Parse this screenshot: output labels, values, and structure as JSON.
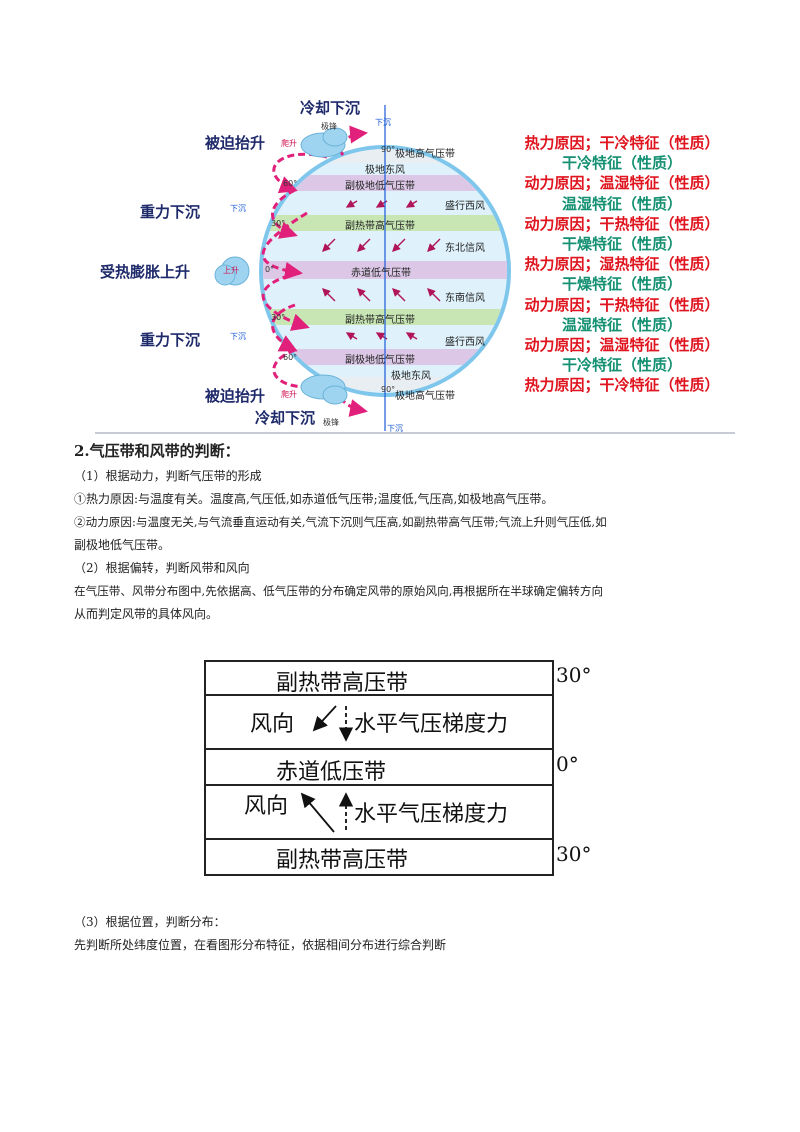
{
  "figure": {
    "left_labels": {
      "cold_sink_top": "冷却下沉",
      "forced_lift_top": "被迫抬升",
      "gravity_sink_top": "重力下沉",
      "heated_rise": "受热膨胀上升",
      "gravity_sink_bottom": "重力下沉",
      "forced_lift_bottom": "被迫抬升",
      "cold_sink_bottom": "冷却下沉"
    },
    "small_labels": {
      "polar_front_top": "极锋",
      "polar_front_bottom": "极锋",
      "rise_top": "爬升",
      "rise_bottom": "爬升",
      "sink_1": "下沉",
      "sink_2": "下沉",
      "sink_3": "下沉",
      "sink_4": "下沉",
      "rise_eq": "上升"
    },
    "bands": {
      "polar_high_n": "极地高气压带",
      "polar_easterly_n": "极地东风",
      "subpolar_low_n": "副极地低气压带",
      "westerly_n": "盛行西风",
      "subtropical_high_n": "副热带高气压带",
      "ne_trade": "东北信风",
      "equatorial_low": "赤道低气压带",
      "se_trade": "东南信风",
      "subtropical_high_s": "副热带高气压带",
      "westerly_s": "盛行西风",
      "subpolar_low_s": "副极地低气压带",
      "polar_easterly_s": "极地东风",
      "polar_high_s": "极地高气压带"
    },
    "latitudes": [
      "90°",
      "60°",
      "30°",
      "0°",
      "30°",
      "60°",
      "90°"
    ],
    "right_lines": [
      {
        "text": "热力原因；干冷特征（性质）",
        "color": "red"
      },
      {
        "text": "干冷特征（性质）",
        "color": "green"
      },
      {
        "text": "动力原因；温湿特征（性质）",
        "color": "red"
      },
      {
        "text": "温湿特征（性质）",
        "color": "green"
      },
      {
        "text": "动力原因；干热特征（性质）",
        "color": "red"
      },
      {
        "text": "干燥特征（性质）",
        "color": "green"
      },
      {
        "text": "热力原因；湿热特征（性质）",
        "color": "red"
      },
      {
        "text": "干燥特征（性质）",
        "color": "green"
      },
      {
        "text": "动力原因；干热特征（性质）",
        "color": "red"
      },
      {
        "text": "温湿特征（性质）",
        "color": "green"
      },
      {
        "text": "动力原因；温湿特征（性质）",
        "color": "red"
      },
      {
        "text": "干冷特征（性质）",
        "color": "green"
      },
      {
        "text": "热力原因；干冷特征（性质）",
        "color": "red"
      }
    ]
  },
  "text": {
    "heading": "2.气压带和风带的判断：",
    "l1": "（1）根据动力，判断气压带的形成",
    "l2": "①热力原因:与温度有关。温度高,气压低,如赤道低气压带;温度低,气压高,如极地高气压带。",
    "l3": "②动力原因:与温度无关,与气流垂直运动有关,气流下沉则气压高,如副热带高气压带;气流上升则气压低,如",
    "l4": "副极地低气压带。",
    "l5": "（2）根据偏转，判断风带和风向",
    "l6": "在气压带、风带分布图中,先依据高、低气压带的分布确定风带的原始风向,再根据所在半球确定偏转方向",
    "l7": "从而判定风带的具体风向。",
    "l8": "（3）根据位置，判断分布：",
    "l9": "先判断所处纬度位置，在看图形分布特征，依据相间分布进行综合判断"
  },
  "diagram": {
    "top_belt": "副热带高压带",
    "wind_top": "风向",
    "force_top": "水平气压梯度力",
    "middle_belt": "赤道低压带",
    "wind_bottom": "风向",
    "force_bottom": "水平气压梯度力",
    "bottom_belt": "副热带高压带",
    "deg_top": "30°",
    "deg_mid": "0°",
    "deg_bottom": "30°"
  },
  "colors": {
    "red": "#e0141e",
    "green": "#149072",
    "magenta": "#e0207a",
    "band_purple": "#dcc8e6",
    "band_green": "#c8e6b4",
    "globe_blue": "#7fc6ec"
  }
}
